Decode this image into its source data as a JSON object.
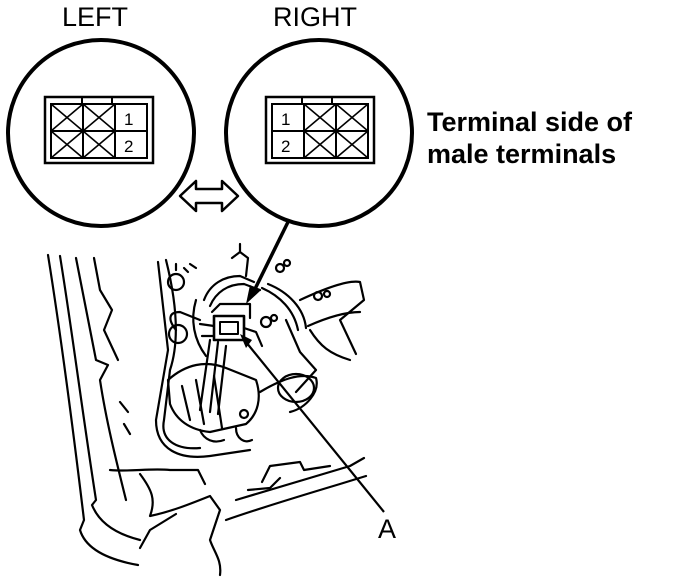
{
  "labels": {
    "left": "LEFT",
    "right": "RIGHT",
    "note_line1": "Terminal side of",
    "note_line2": "male terminals",
    "callout_a": "A"
  },
  "left_connector": {
    "pins": [
      "1",
      "2"
    ]
  },
  "right_connector": {
    "pins": [
      "1",
      "2"
    ]
  },
  "colors": {
    "ink": "#000000",
    "paper": "#ffffff"
  }
}
